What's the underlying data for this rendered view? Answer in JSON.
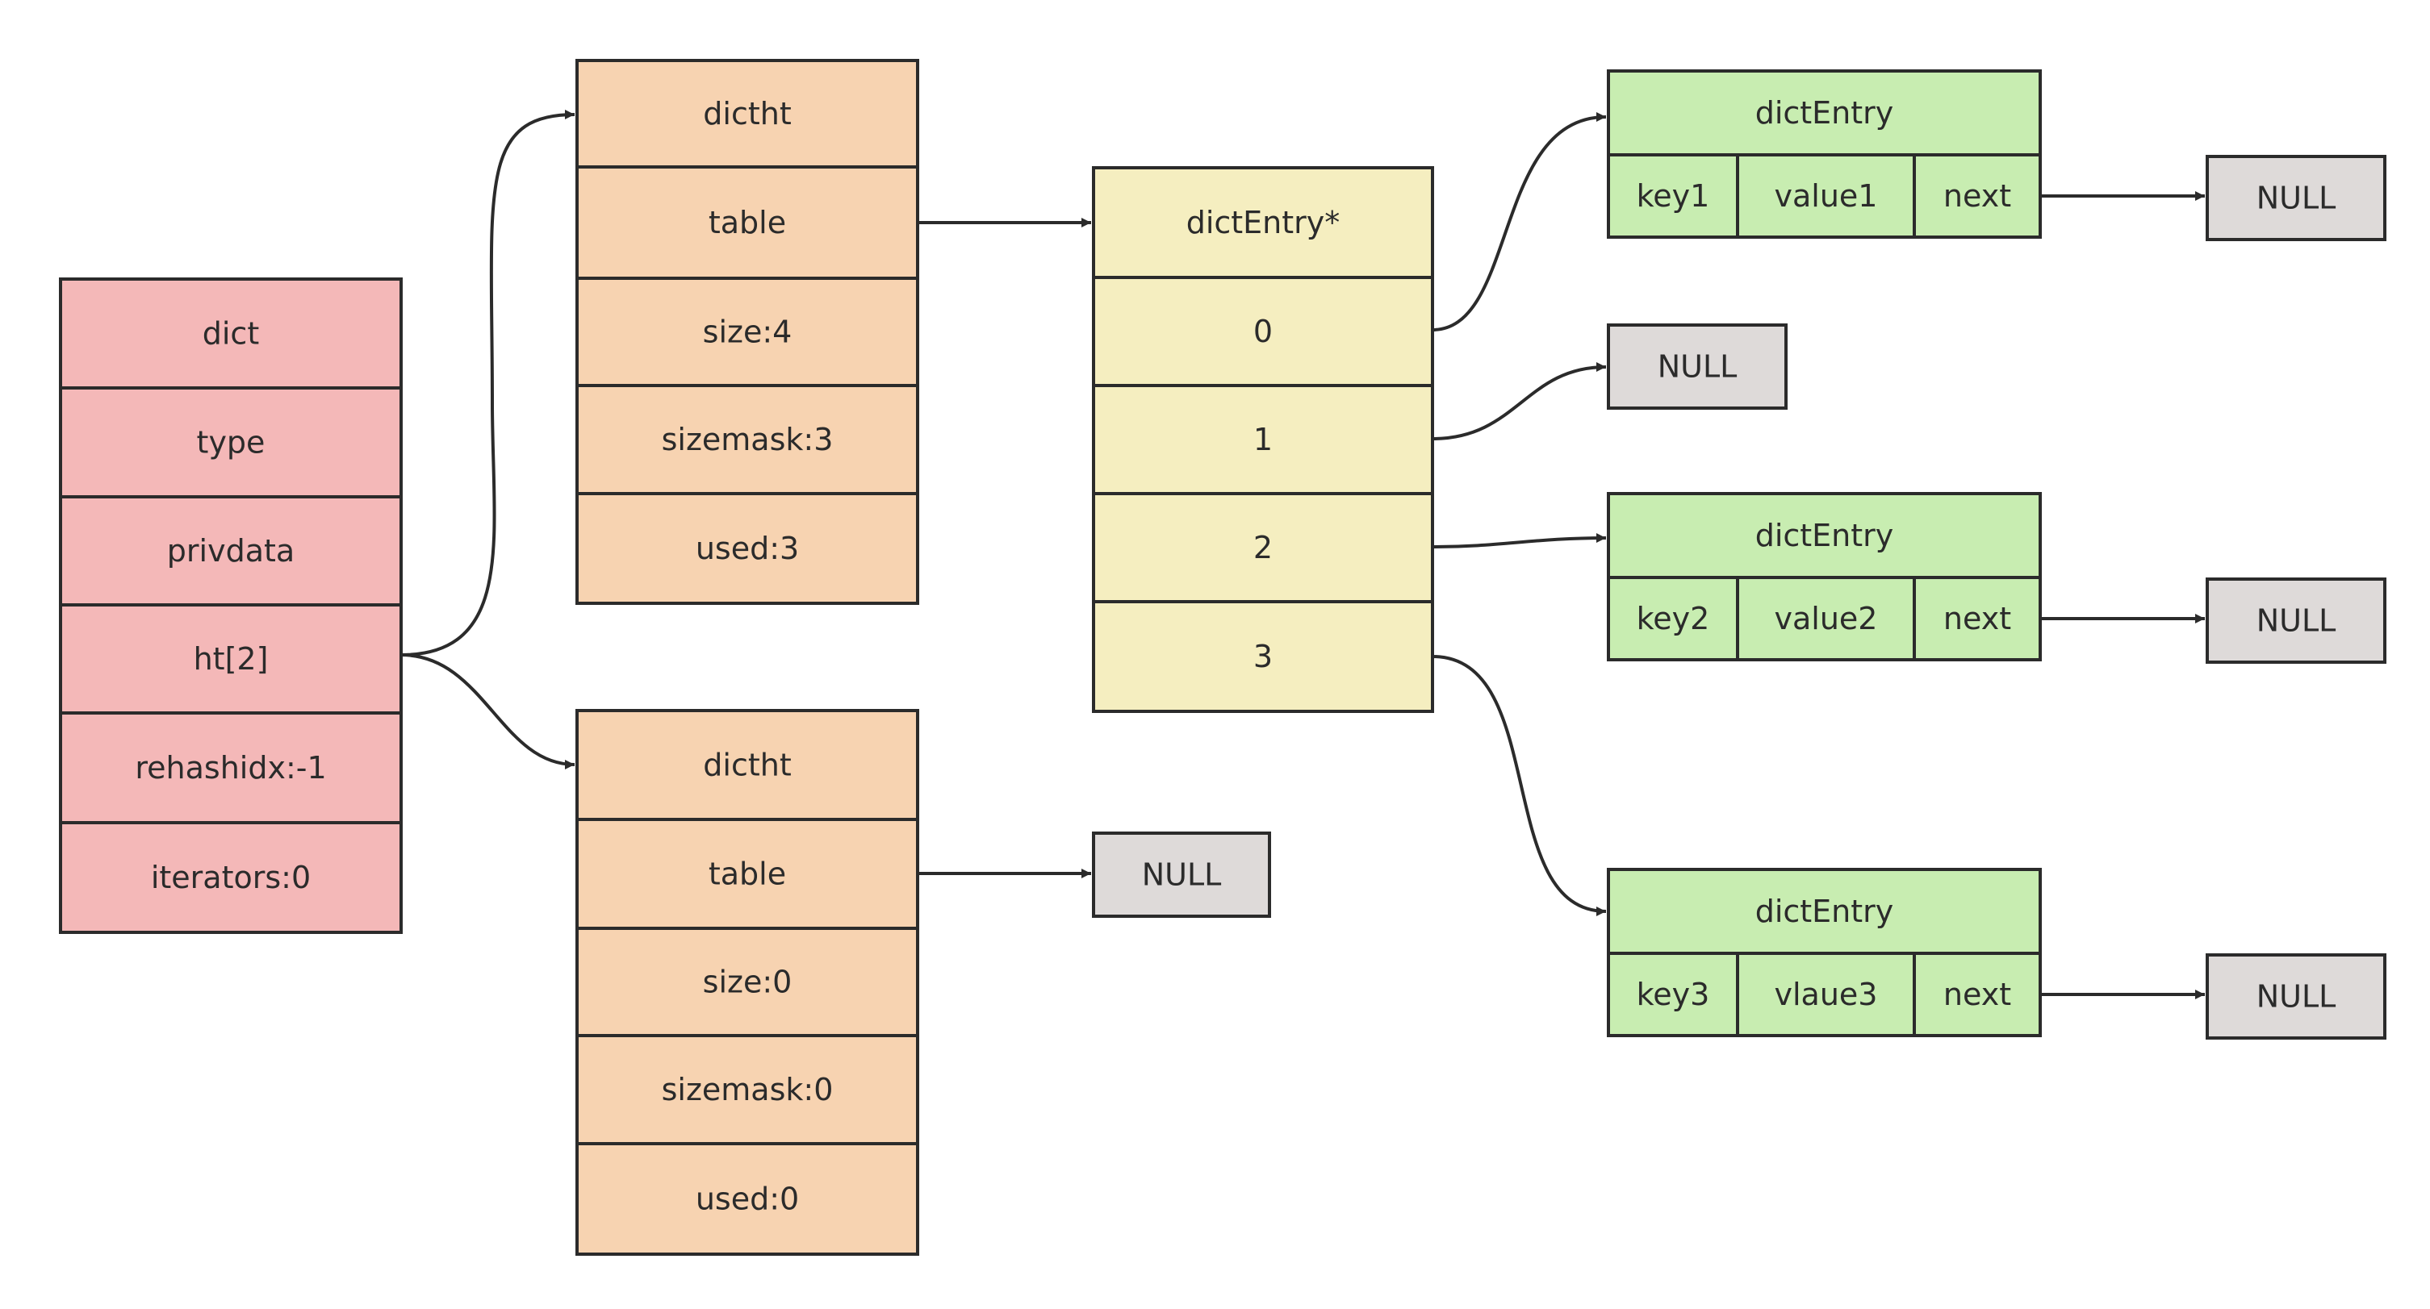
{
  "colors": {
    "dict": "#f4b8b8",
    "dictht": "#f7d3b1",
    "table_array": "#f5eec0",
    "entry": "#c8edb1",
    "null": "#dedad9",
    "stroke": "#2b2b2b"
  },
  "dict": {
    "rows": [
      "dict",
      "type",
      "privdata",
      "ht[2]",
      "rehashidx:-1",
      "iterators:0"
    ]
  },
  "dictht0": {
    "rows": [
      "dictht",
      "table",
      "size:4",
      "sizemask:3",
      "used:3"
    ]
  },
  "dictht1": {
    "rows": [
      "dictht",
      "table",
      "size:0",
      "sizemask:0",
      "used:0"
    ]
  },
  "table_array": {
    "rows": [
      "dictEntry*",
      "0",
      "1",
      "2",
      "3"
    ]
  },
  "entries": [
    {
      "title": "dictEntry",
      "key": "key1",
      "value": "value1",
      "next": "next"
    },
    {
      "title": "dictEntry",
      "key": "key2",
      "value": "value2",
      "next": "next"
    },
    {
      "title": "dictEntry",
      "key": "key3",
      "value": "vlaue3",
      "next": "next"
    }
  ],
  "null_label": "NULL"
}
